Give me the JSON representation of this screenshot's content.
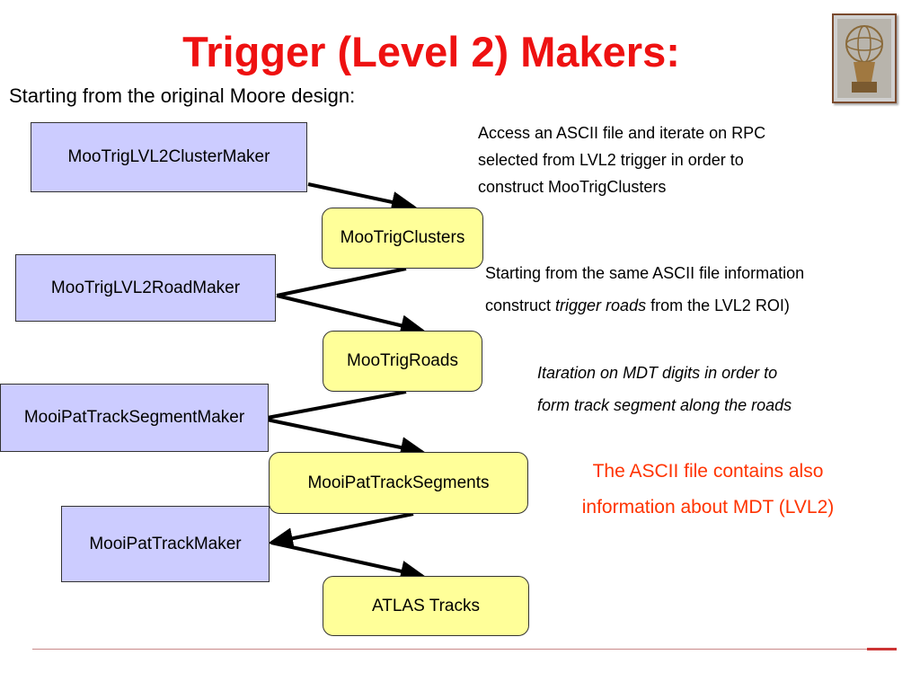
{
  "title": "Trigger (Level 2) Makers:",
  "subtitle": "Starting from the original Moore design:",
  "logo": {
    "icon": "atlas-logo-icon"
  },
  "makers": [
    {
      "label": "MooTrigLVL2ClusterMaker"
    },
    {
      "label": "MooTrigLVL2RoadMaker"
    },
    {
      "label": "MooiPatTrackSegmentMaker"
    },
    {
      "label": "MooiPatTrackMaker"
    }
  ],
  "products": [
    {
      "label": "MooTrigClusters"
    },
    {
      "label": "MooTrigRoads"
    },
    {
      "label": "MooiPatTrackSegments"
    },
    {
      "label": "ATLAS Tracks"
    }
  ],
  "notes": {
    "clusters": [
      "Access an ASCII file and iterate on RPC",
      "selected from LVL2 trigger in order to",
      "construct  MooTrigClusters"
    ],
    "roads": {
      "line1": "Starting from the same ASCII file information",
      "line2_pre": "construct ",
      "line2_italic": "trigger roads",
      "line2_post": " from the LVL2 ROI)"
    },
    "segments": [
      "Itaration on MDT  digits in order to",
      "form  track segment along the  roads"
    ],
    "mdt": [
      "The  ASCII file contains also",
      "information about MDT (LVL2)"
    ]
  },
  "colors": {
    "title": "#ee1111",
    "maker_fill": "#ccccff",
    "product_fill": "#ffff99",
    "note_highlight": "#ff3300"
  }
}
